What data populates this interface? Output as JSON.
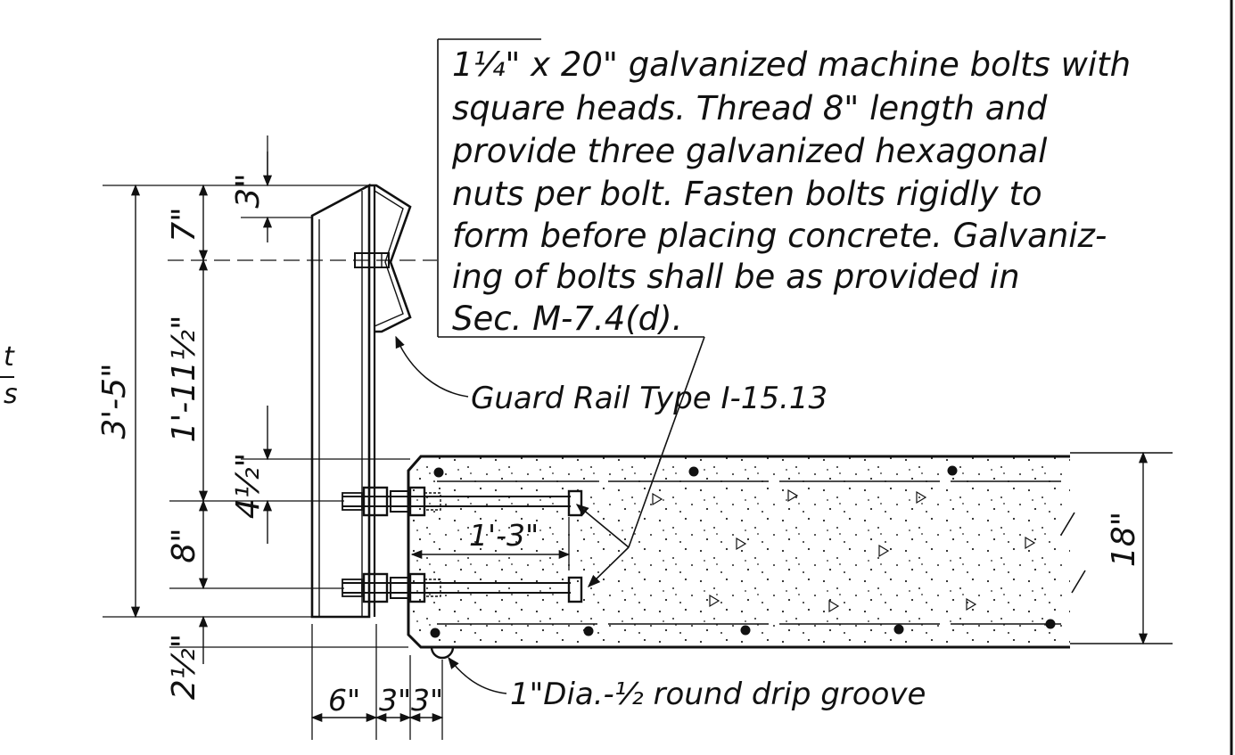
{
  "note": {
    "lines": [
      "1¼\" x 20\" galvanized machine bolts with",
      "square heads. Thread 8\" length and",
      "provide three galvanized hexagonal",
      "nuts per bolt. Fasten bolts rigidly to",
      "form before placing concrete. Galvaniz-",
      "ing of bolts shall be as provided in",
      "Sec. M-7.4(d)."
    ]
  },
  "callouts": {
    "guard_rail": "Guard Rail Type I-15.13",
    "drip_groove": "1\"Dia.-½ round drip groove"
  },
  "dimensions": {
    "overall_height": "3'-5\"",
    "top_3": "3\"",
    "top_7": "7\"",
    "rail_span": "1'-11½\"",
    "gap_4_5": "4½\"",
    "bolt_spacing": "8\"",
    "bottom_2_5": "2½\"",
    "bolt_embed": "1'-3\"",
    "slab_depth": "18\"",
    "width_6": "6\"",
    "width_3a": "3\"",
    "width_3b": "3\""
  },
  "edge_text": {
    "top": "t",
    "bottom": "s"
  }
}
